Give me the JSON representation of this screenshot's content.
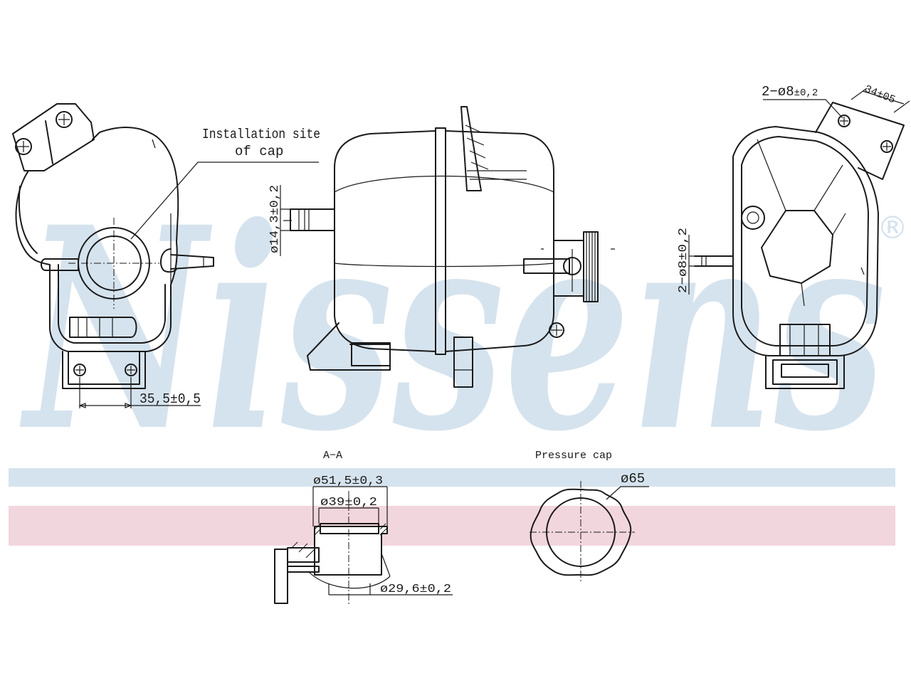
{
  "watermark": {
    "brand": "Nissens",
    "registered_mark": "®",
    "color_blue": "#d5e3ee",
    "color_pink": "#f2d6dd"
  },
  "labels": {
    "installation_site_line1": "Installation site",
    "installation_site_line2": "of cap",
    "bracket_spacing": "35,5±0,5",
    "outlet_diameter": "ø14,3±0,2",
    "holes_top_prefix": "2−ø8",
    "holes_top_tol": "±0,2",
    "holes_top_spacing": "34±05",
    "holes_side": "2−ø8±0,2",
    "section_title": "A−A",
    "section_d1": "ø51,5±0,3",
    "section_d2": "ø39±0,2",
    "section_d3": "ø29,6±0,2",
    "pressure_cap_title": "Pressure cap",
    "pressure_cap_diameter": "ø65"
  },
  "colors": {
    "ink": "#1a1a1a",
    "background": "#ffffff"
  }
}
